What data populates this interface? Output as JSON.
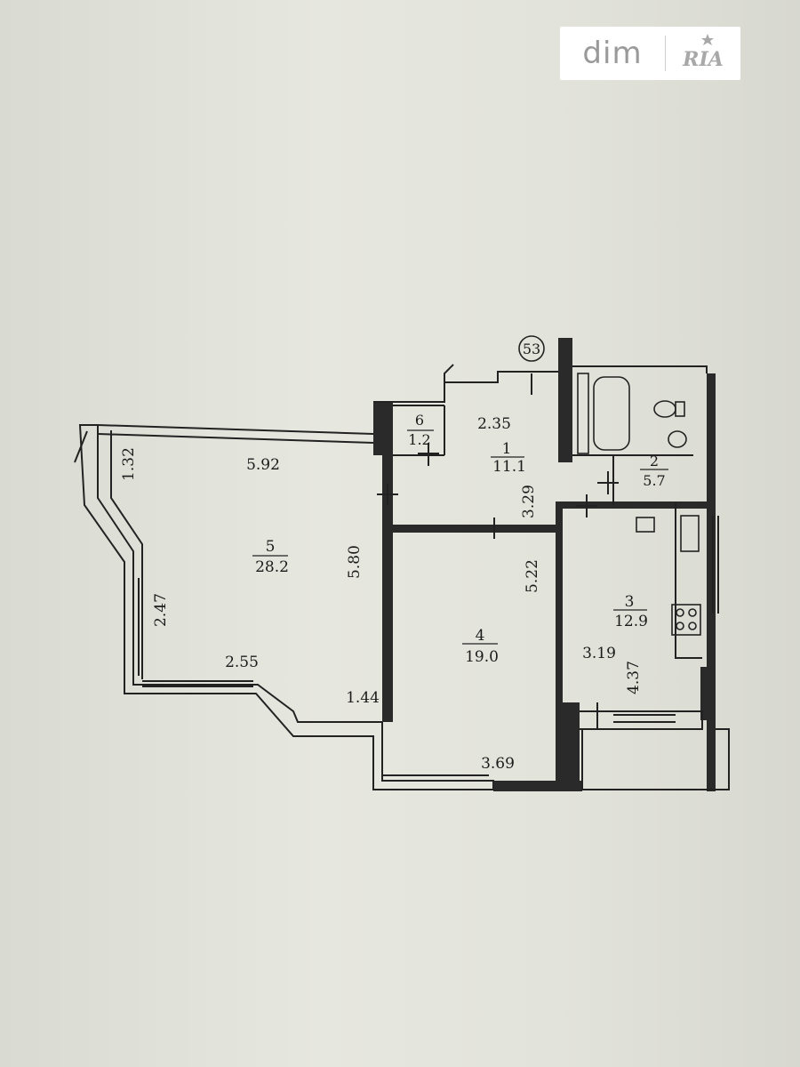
{
  "watermark": {
    "brand": "dim",
    "brand2": "RIA"
  },
  "plan": {
    "section_number": "53",
    "rooms": [
      {
        "id": "6",
        "number": "6",
        "area": "1.2"
      },
      {
        "id": "1",
        "number": "1",
        "area": "11.1"
      },
      {
        "id": "2",
        "number": "2",
        "area": "5.7"
      },
      {
        "id": "5",
        "number": "5",
        "area": "28.2"
      },
      {
        "id": "4",
        "number": "4",
        "area": "19.0"
      },
      {
        "id": "3",
        "number": "3",
        "area": "12.9"
      }
    ],
    "dimensions": {
      "d_2_35": "2.35",
      "d_1_32": "1.32",
      "d_5_92": "5.92",
      "d_5_80": "5.80",
      "d_3_29": "3.29",
      "d_5_22": "5.22",
      "d_2_47": "2.47",
      "d_2_55": "2.55",
      "d_1_44": "1.44",
      "d_3_69": "3.69",
      "d_3_19": "3.19",
      "d_4_37": "4.37"
    }
  }
}
